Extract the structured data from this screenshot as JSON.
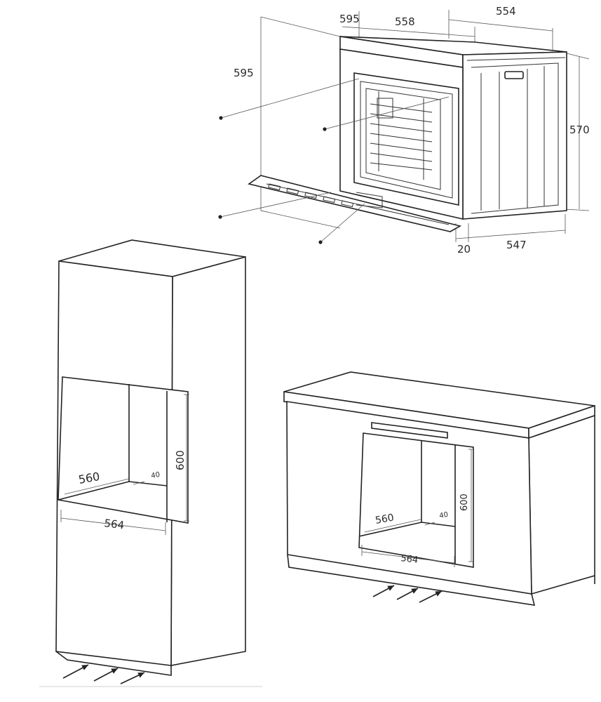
{
  "oven": {
    "dims": {
      "front_depth": "595",
      "top_width": "558",
      "side_depth": "554",
      "height_left": "595",
      "height_right": "570",
      "door_thickness": "20",
      "bottom_depth": "547"
    }
  },
  "tall_cabinet": {
    "dims": {
      "width": "560",
      "depth_gap": "40",
      "height": "600",
      "base_width": "564"
    }
  },
  "base_cabinet": {
    "dims": {
      "width": "560",
      "depth_gap": "40",
      "height": "600",
      "base_width": "564"
    }
  }
}
